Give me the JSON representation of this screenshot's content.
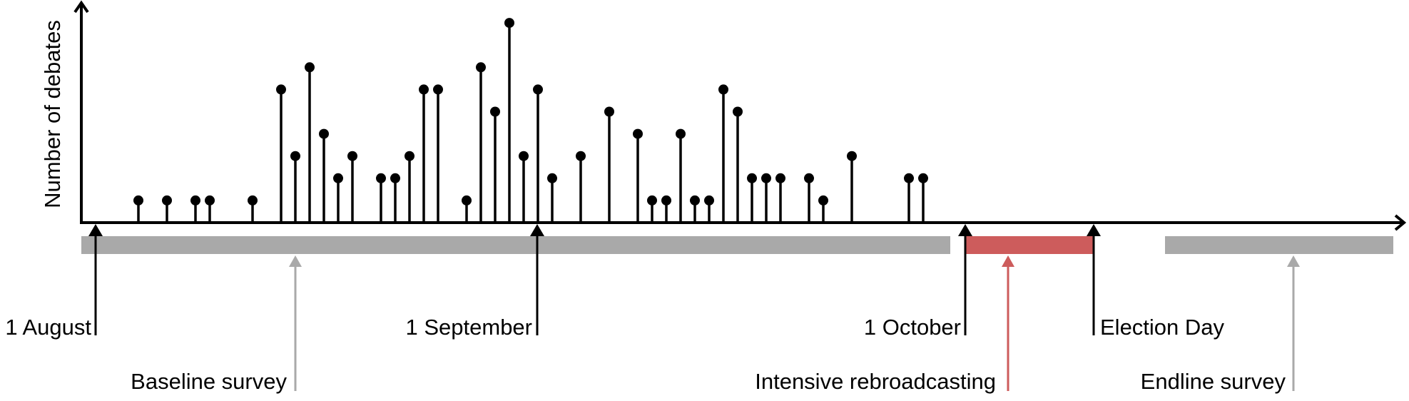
{
  "chart_data": {
    "type": "stem",
    "title": "",
    "ylabel": "Number of debates",
    "xlabel": "",
    "x_unit": "day (index 0 = 1 August)",
    "ylim": [
      0,
      9
    ],
    "grid": false,
    "x": [
      3,
      5,
      7,
      8,
      11,
      13,
      14,
      15,
      16,
      17,
      18,
      20,
      21,
      22,
      23,
      24,
      26,
      27,
      28,
      29,
      30,
      31,
      32,
      34,
      36,
      38,
      39,
      40,
      41,
      42,
      43,
      44,
      45,
      46,
      47,
      48,
      50,
      51,
      53,
      57,
      58
    ],
    "values": [
      1,
      1,
      1,
      1,
      1,
      6,
      3,
      7,
      4,
      2,
      3,
      2,
      2,
      3,
      6,
      6,
      1,
      7,
      5,
      9,
      3,
      6,
      2,
      3,
      5,
      4,
      1,
      1,
      4,
      1,
      1,
      6,
      5,
      2,
      2,
      2,
      2,
      1,
      3,
      2,
      2
    ],
    "timeline_markers": [
      {
        "label": "1 August",
        "day": 0,
        "color": "#000000",
        "label_side": "left",
        "row": 1
      },
      {
        "label": "1 September",
        "day": 31,
        "color": "#000000",
        "label_side": "left",
        "row": 1
      },
      {
        "label": "1 October",
        "day": 61,
        "color": "#000000",
        "label_side": "left",
        "row": 1
      },
      {
        "label": "Election Day",
        "day": 70,
        "color": "#000000",
        "label_side": "right",
        "row": 1
      }
    ],
    "periods": [
      {
        "label": "Baseline survey",
        "start_day": -1,
        "end_day": 60,
        "arrow_day": 11,
        "color": "#a9a9a9"
      },
      {
        "label": "Intensive rebroadcasting",
        "start_day": 61,
        "end_day": 70,
        "arrow_day": 64,
        "color": "#cd5c5c"
      },
      {
        "label": "Endline survey",
        "start_day": 75,
        "end_day": 91,
        "arrow_day": 85,
        "color": "#a9a9a9"
      }
    ]
  },
  "labels": {
    "ylabel": "Number of debates",
    "aug": "1 August",
    "sep": "1 September",
    "oct": "1 October",
    "election": "Election Day",
    "baseline": "Baseline survey",
    "rebroadcast": "Intensive rebroadcasting",
    "endline": "Endline survey"
  },
  "colors": {
    "axis": "#000000",
    "survey": "#a9a9a9",
    "rebroadcast": "#cd5c5c"
  }
}
